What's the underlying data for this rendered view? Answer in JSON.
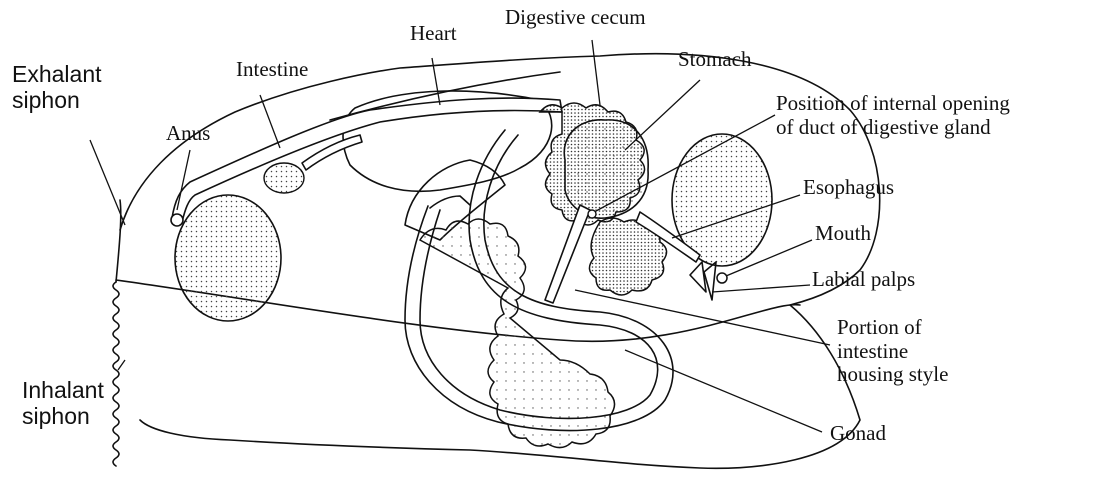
{
  "labels": {
    "exhalant_siphon": "Exhalant\nsiphon",
    "inhalant_siphon": "Inhalant\nsiphon",
    "anus": "Anus",
    "intestine": "Intestine",
    "heart": "Heart",
    "digestive_cecum": "Digestive cecum",
    "stomach": "Stomach",
    "duct_opening": "Position of internal opening\nof duct of digestive gland",
    "esophagus": "Esophagus",
    "mouth": "Mouth",
    "labial_palps": "Labial palps",
    "style_intestine": "Portion of\nintestine\nhousing style",
    "gonad": "Gonad"
  },
  "colors": {
    "ink": "#111111",
    "stipple": "#444444",
    "background": "#ffffff"
  }
}
